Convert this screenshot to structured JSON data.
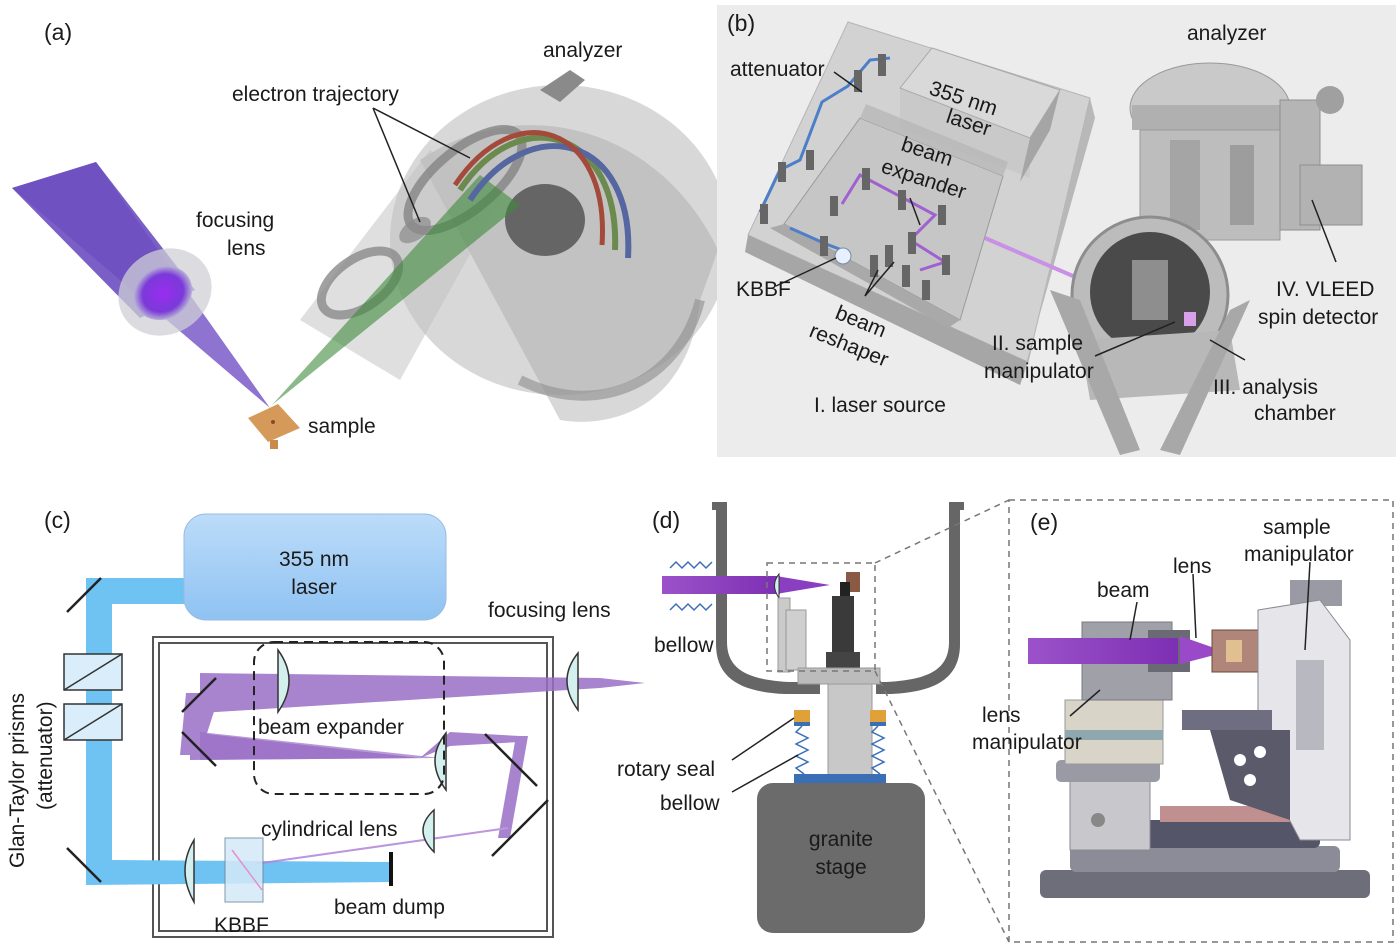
{
  "panels": {
    "a": {
      "tag": "(a)",
      "labels": {
        "analyzer": "analyzer",
        "electron_trajectory": "electron trajectory",
        "focusing_lens_1": "focusing",
        "focusing_lens_2": "lens",
        "sample": "sample"
      }
    },
    "b": {
      "tag": "(b)",
      "labels": {
        "analyzer": "analyzer",
        "attenuator": "attenuator",
        "laser_1": "355 nm",
        "laser_2": "laser",
        "beam_expander_1": "beam",
        "beam_expander_2": "expander",
        "kbbf": "KBBF",
        "beam_reshaper_1": "beam",
        "beam_reshaper_2": "reshaper",
        "laser_source": "I. laser source",
        "sample_manip_1": "II. sample",
        "sample_manip_2": "manipulator",
        "analysis_1": "III. analysis",
        "analysis_2": "chamber",
        "vleed_1": "IV. VLEED",
        "vleed_2": "spin detector"
      }
    },
    "c": {
      "tag": "(c)",
      "labels": {
        "laser_1": "355 nm",
        "laser_2": "laser",
        "glan_1": "Glan-Taylor prisms",
        "glan_2": "(attenuator)",
        "focusing_lens": "focusing lens",
        "beam_expander": "beam expander",
        "cylindrical_lens": "cylindrical lens",
        "kbbf": "KBBF",
        "beam_dump": "beam dump"
      }
    },
    "d": {
      "tag": "(d)",
      "labels": {
        "bellow_top": "bellow",
        "rotary_seal": "rotary seal",
        "bellow_bottom": "bellow",
        "granite_1": "granite",
        "granite_2": "stage"
      }
    },
    "e": {
      "tag": "(e)",
      "labels": {
        "sample_manip_1": "sample",
        "sample_manip_2": "manipulator",
        "lens": "lens",
        "beam": "beam",
        "lens_manip_1": "lens",
        "lens_manip_2": "manipulator"
      }
    }
  },
  "colors": {
    "uv_beam": "#9a6fc6",
    "ir_beam": "#6ec3f2",
    "laser_box": "#a9d1f7",
    "electron_green": "#5a9a4a",
    "chamber_gray": "#9a9a9a",
    "sample_orange": "#d39a5a",
    "panel_b_bg": "#ececec"
  }
}
